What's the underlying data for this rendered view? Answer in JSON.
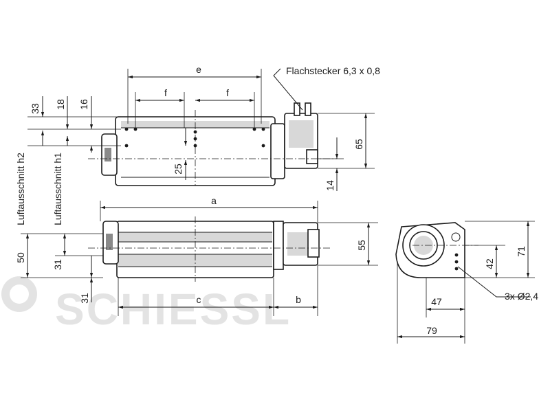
{
  "dimensions": {
    "e": "e",
    "f1": "f",
    "f2": "f",
    "a": "a",
    "c": "c",
    "b": "b",
    "d33": "33",
    "d18": "18",
    "d16": "16",
    "d25": "25",
    "d65": "65",
    "d14": "14",
    "d55": "55",
    "d50": "50",
    "d31a": "31",
    "d31b": "31",
    "d71": "71",
    "d42": "42",
    "d47": "47",
    "d79": "79"
  },
  "labels": {
    "connector": "Flachstecker 6,3 x 0,8",
    "cutout_h2": "Luftausschnitt h2",
    "cutout_h1": "Luftausschnitt h1",
    "holes": "3x Ø2,4"
  },
  "watermark": {
    "text": "SCHIESSL",
    "color": "#e3e3e3"
  }
}
